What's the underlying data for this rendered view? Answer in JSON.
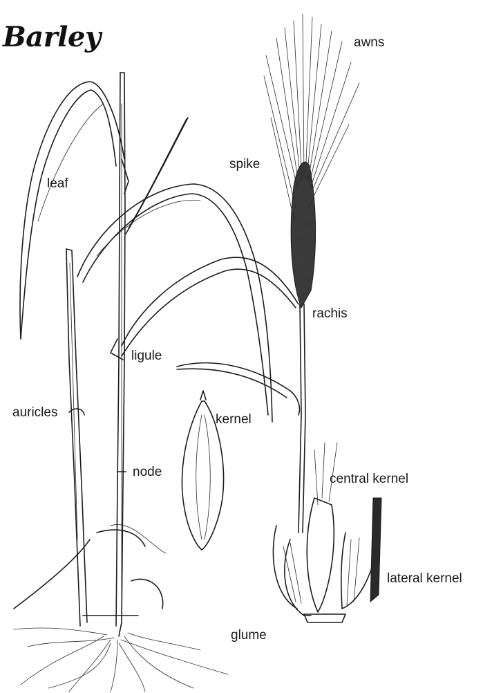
{
  "title": "Barley",
  "labels": {
    "leaf": "leaf",
    "spike": "spike",
    "awns": "awns",
    "rachis": "rachis",
    "ligule": "ligule",
    "auricles": "auricles",
    "kernel": "kernel",
    "node": "node",
    "central_kernel": "central kernel",
    "lateral_kernel": "lateral kernel",
    "glume": "glume"
  }
}
